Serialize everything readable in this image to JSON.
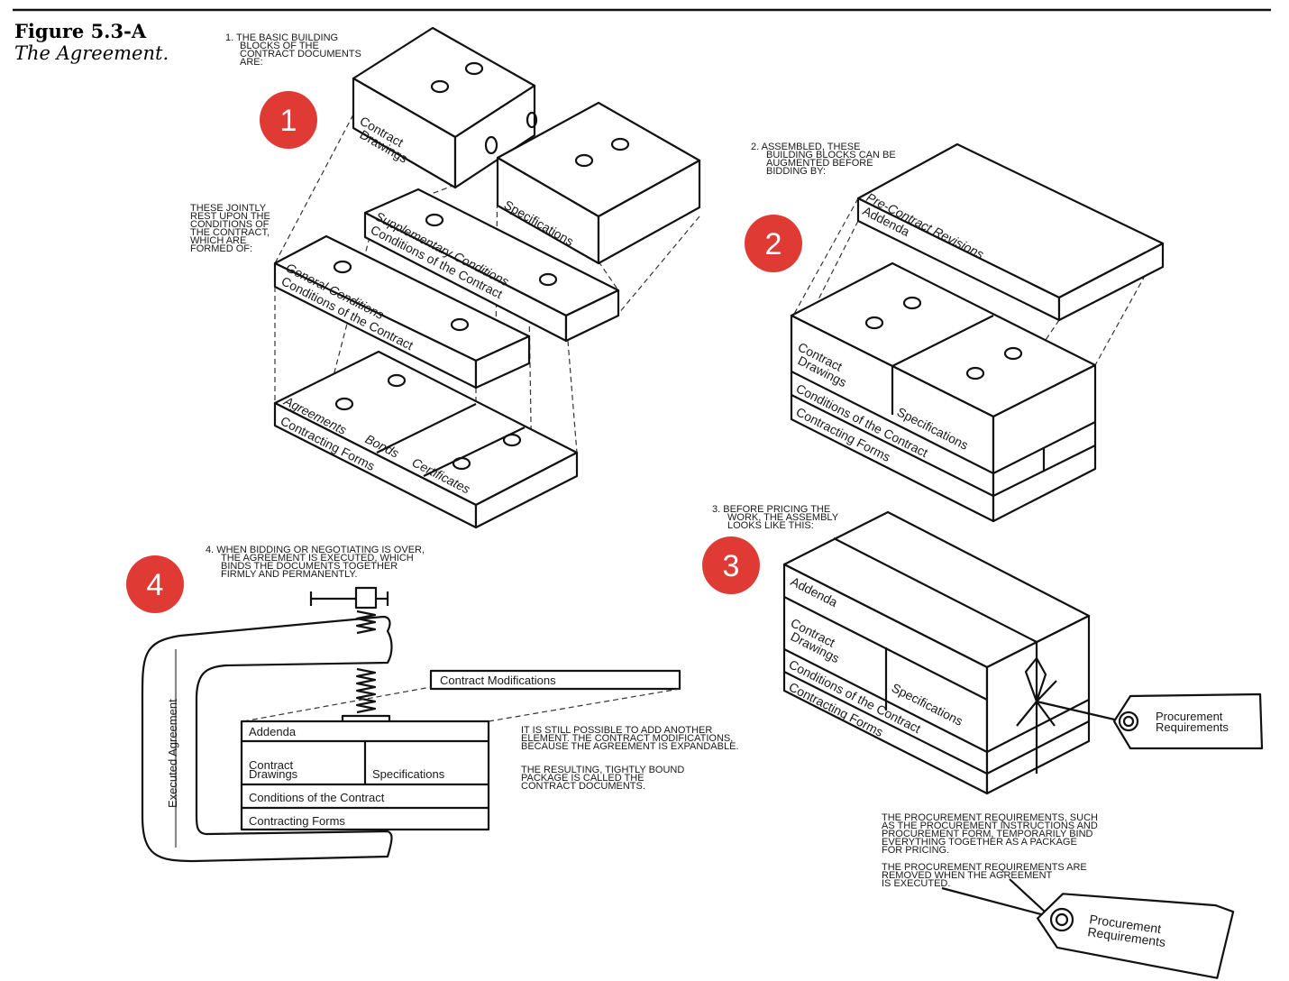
{
  "figure": {
    "title": "Figure 5.3-A",
    "subtitle": "The Agreement."
  },
  "badge_color": "#e03a34",
  "steps": [
    {
      "number": "1",
      "caption": [
        "1.  THE BASIC BUILDING",
        "BLOCKS OF THE",
        "CONTRACT DOCUMENTS",
        "ARE:"
      ]
    },
    {
      "number": "2",
      "caption": [
        "2.  ASSEMBLED, THESE",
        "BUILDING BLOCKS CAN BE",
        "AUGMENTED BEFORE",
        "BIDDING BY:"
      ]
    },
    {
      "number": "3",
      "caption": [
        "3.  BEFORE PRICING THE",
        "WORK, THE ASSEMBLY",
        "LOOKS LIKE THIS:"
      ]
    },
    {
      "number": "4",
      "caption": [
        "4.  WHEN BIDDING OR NEGOTIATING IS OVER,",
        "THE AGREEMENT IS EXECUTED, WHICH",
        "BINDS THE DOCUMENTS TOGETHER",
        "FIRMLY AND PERMANENTLY."
      ]
    }
  ],
  "jointly_note": [
    "THESE JOINTLY",
    "REST UPON THE",
    "CONDITIONS OF",
    "THE CONTRACT,",
    "WHICH ARE",
    "FORMED OF:"
  ],
  "blocks": {
    "contract_drawings": [
      "Contract",
      "Drawings"
    ],
    "specifications": "Specifications",
    "supplementary_conditions": "Supplementary Conditions",
    "general_conditions": "General Conditions",
    "conditions_of_contract": "Conditions of the Contract",
    "agreements": "Agreements",
    "bonds": "Bonds",
    "certificates": "Certificates",
    "contracting_forms": "Contracting Forms",
    "pre_contract_revisions": "Pre-Contract Revisions",
    "addenda": "Addenda"
  },
  "procurement_tag": [
    "Procurement",
    "Requirements"
  ],
  "stack4": {
    "addenda": "Addenda",
    "contract_drawings": [
      "Contract",
      "Drawings"
    ],
    "specifications": "Specifications",
    "conditions": "Conditions of the Contract",
    "forms": "Contracting Forms",
    "modifications": "Contract Modifications",
    "clamp_label": "Executed Agreement"
  },
  "notes": {
    "expandable": [
      "IT IS STILL POSSIBLE TO ADD ANOTHER",
      "ELEMENT. THE CONTRACT MODIFICATIONS,",
      "BECAUSE THE AGREEMENT IS EXPANDABLE."
    ],
    "resulting": [
      "THE RESULTING, TIGHTLY BOUND",
      "PACKAGE IS CALLED THE",
      "CONTRACT DOCUMENTS."
    ],
    "procurement_bind": [
      "THE PROCUREMENT REQUIREMENTS, SUCH",
      "AS THE PROCUREMENT INSTRUCTIONS AND",
      "PROCUREMENT FORM, TEMPORARILY BIND",
      "EVERYTHING TOGETHER AS A PACKAGE",
      "FOR PRICING."
    ],
    "procurement_removed": [
      "THE PROCUREMENT REQUIREMENTS ARE",
      "REMOVED WHEN THE AGREEMENT",
      "IS EXECUTED."
    ]
  }
}
